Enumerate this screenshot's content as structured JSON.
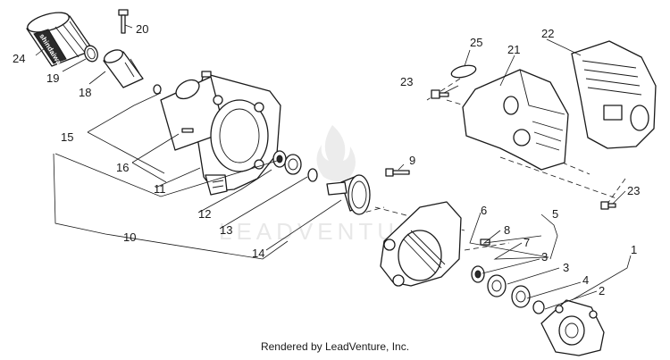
{
  "watermark": {
    "text": "LEADVENTURE"
  },
  "footer": {
    "text": "Rendered by LeadVenture, Inc."
  },
  "sticker": {
    "text": "shindaiwa"
  },
  "callouts": {
    "c1": "1",
    "c2": "2",
    "c3a": "3",
    "c3b": "3",
    "c4": "4",
    "c5": "5",
    "c6": "6",
    "c7": "7",
    "c8": "8",
    "c9": "9",
    "c10": "10",
    "c11": "11",
    "c12": "12",
    "c13": "13",
    "c14": "14",
    "c15": "15",
    "c16": "16",
    "c18": "18",
    "c19": "19",
    "c20": "20",
    "c21": "21",
    "c22": "22",
    "c23a": "23",
    "c23b": "23",
    "c24": "24",
    "c25": "25"
  }
}
